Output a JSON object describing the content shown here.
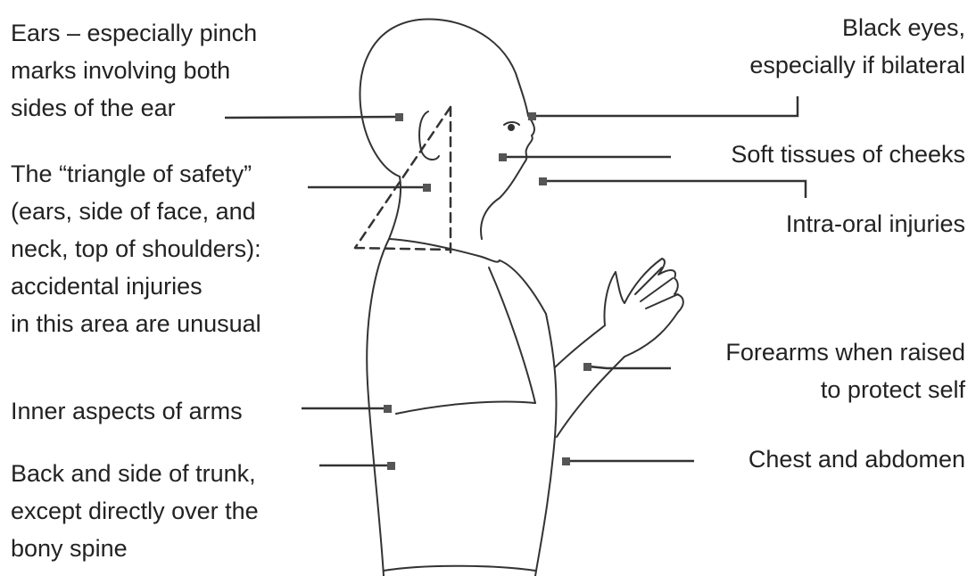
{
  "diagram": {
    "left_labels": [
      {
        "id": "ears",
        "lines": [
          "Ears – especially pinch",
          "marks involving both",
          "sides of the ear"
        ]
      },
      {
        "id": "triangle",
        "lines": [
          "The “triangle of safety”",
          "(ears, side of face, and",
          "neck, top of shoulders):",
          "accidental injuries",
          "in this area are unusual"
        ]
      },
      {
        "id": "inner-arms",
        "lines": [
          "Inner aspects of arms"
        ]
      },
      {
        "id": "back-trunk",
        "lines": [
          "Back and side of trunk,",
          "except directly over the",
          "bony spine"
        ]
      }
    ],
    "right_labels": [
      {
        "id": "black-eyes",
        "lines": [
          "Black eyes,",
          "especially if bilateral"
        ]
      },
      {
        "id": "cheeks",
        "lines": [
          "Soft tissues of cheeks"
        ]
      },
      {
        "id": "intra-oral",
        "lines": [
          "Intra-oral injuries"
        ]
      },
      {
        "id": "forearms",
        "lines": [
          "Forearms when raised",
          "to protect self"
        ]
      },
      {
        "id": "chest",
        "lines": [
          "Chest and abdomen"
        ]
      }
    ]
  },
  "colors": {
    "line": "#333333",
    "marker": "#555555",
    "text": "#222222"
  }
}
